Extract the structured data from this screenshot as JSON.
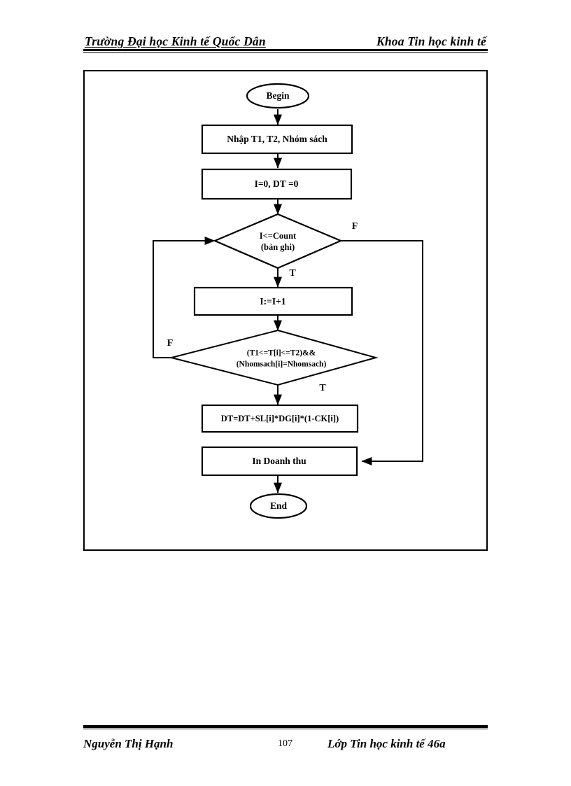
{
  "header": {
    "left": "Trường Đại  học Kinh tế Quốc Dân",
    "right": "Khoa Tin học kinh tế"
  },
  "footer": {
    "author": "Nguyễn Thị Hạnh",
    "page_number": "107",
    "class": "Lớp Tin học kinh tế 46a"
  },
  "flowchart": {
    "nodes": {
      "begin": {
        "label": "Begin",
        "shape": "oval"
      },
      "input": {
        "label": "Nhập T1, T2, Nhóm sách",
        "shape": "process"
      },
      "init": {
        "label": "I=0, DT =0",
        "shape": "process"
      },
      "loop_condition": {
        "line1": "I<=Count",
        "line2": "(bản ghi)",
        "shape": "decision"
      },
      "increment": {
        "label": "I:=I+1",
        "shape": "process"
      },
      "filter_condition": {
        "line1": "(T1<=T[i]<=T2)&&",
        "line2": "(Nhomsach[i]=Nhomsach)",
        "shape": "decision"
      },
      "accumulate": {
        "label": "DT=DT+SL[i]*DG[i]*(1-CK[i])",
        "shape": "process"
      },
      "output": {
        "label": "In Doanh thu",
        "shape": "process"
      },
      "end": {
        "label": "End",
        "shape": "oval"
      }
    },
    "branch_labels": {
      "loop_false": "F",
      "loop_true": "T",
      "filter_false": "F",
      "filter_true": "T"
    }
  }
}
